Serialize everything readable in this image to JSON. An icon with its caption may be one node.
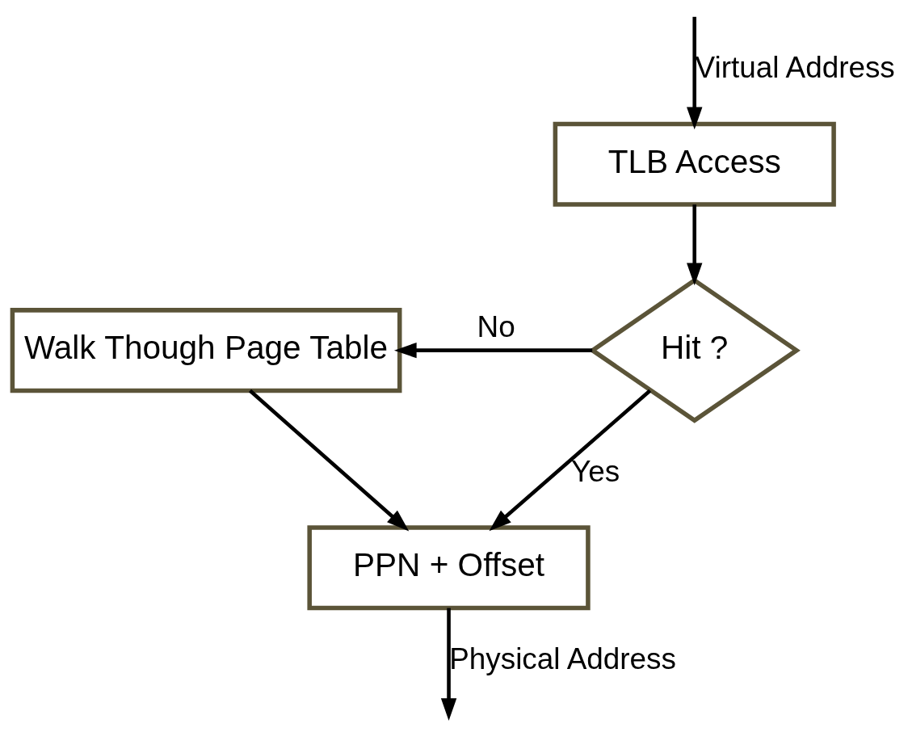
{
  "diagram": {
    "nodes": [
      {
        "text": [
          "TLB Access"
        ]
      },
      {
        "text": [
          "Hit ?"
        ]
      },
      {
        "text": [
          "Walk Though Page Table"
        ]
      },
      {
        "text": [
          "PPN + Offset"
        ]
      }
    ],
    "edges": [
      {
        "from": null,
        "to": 0,
        "arrow": "to",
        "label": "Virtual Address"
      },
      {
        "from": 0,
        "to": 1,
        "arrow": "to"
      },
      {
        "from": 1,
        "to": 2,
        "arrow": "to",
        "label": "No"
      },
      {
        "from": 1,
        "to": 3,
        "arrow": "to",
        "label": "Yes"
      },
      {
        "from": 2,
        "to": 3,
        "arrow": "to"
      },
      {
        "from": 3,
        "to": null,
        "arrow": "to",
        "label": "Physical Address"
      }
    ]
  }
}
